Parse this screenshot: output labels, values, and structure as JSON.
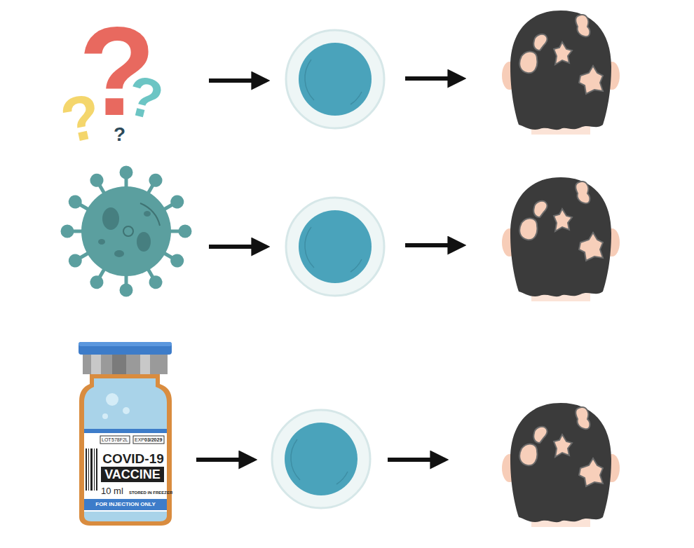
{
  "diagram": {
    "labels": [
      "?",
      "?",
      "?",
      "?",
      "LOT",
      "578F2L",
      "EXP",
      "03/2029",
      "COVID-19",
      "VACCINE",
      "10 ml",
      "STORED IN FREEZER",
      "FOR INJECTION ONLY"
    ]
  }
}
